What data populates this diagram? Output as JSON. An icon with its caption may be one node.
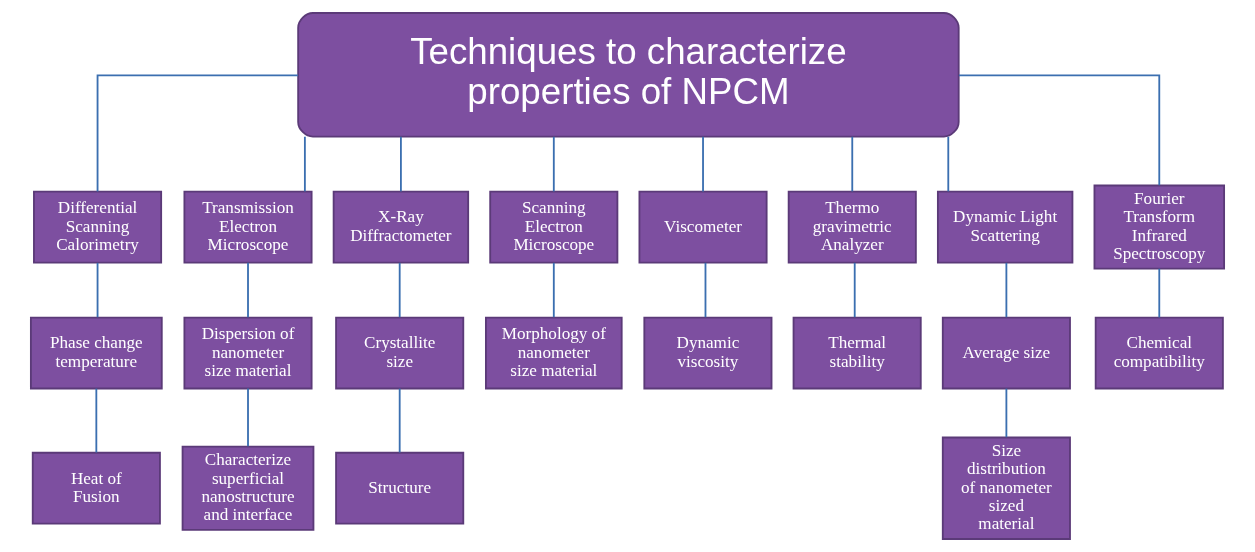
{
  "diagram": {
    "nodes": [
      {
        "text": [
          "Techniques to characterize properties of NPCM"
        ]
      },
      {
        "text": [
          "Differential Scanning Calorimetry"
        ]
      },
      {
        "text": [
          "Transmission Electron Microscope"
        ]
      },
      {
        "text": [
          "X-Ray Diffractometer"
        ]
      },
      {
        "text": [
          "Scanning Electron Microscope"
        ]
      },
      {
        "text": [
          "Viscometer"
        ]
      },
      {
        "text": [
          "Thermo gravimetric Analyzer"
        ]
      },
      {
        "text": [
          "Dynamic Light Scattering"
        ]
      },
      {
        "text": [
          "Fourier Transform Infrared Spectroscopy"
        ]
      },
      {
        "text": [
          "Phase change temperature"
        ]
      },
      {
        "text": [
          "Dispersion of nanometer size material"
        ]
      },
      {
        "text": [
          "Crystallite size"
        ]
      },
      {
        "text": [
          "Morphology of nanometer size material"
        ]
      },
      {
        "text": [
          "Dynamic viscosity"
        ]
      },
      {
        "text": [
          "Thermal stability"
        ]
      },
      {
        "text": [
          "Average size"
        ]
      },
      {
        "text": [
          "Chemical compatibility"
        ]
      },
      {
        "text": [
          "Heat of Fusion"
        ]
      },
      {
        "text": [
          "Characterize superficial nanostructure and interface"
        ]
      },
      {
        "text": [
          "Structure"
        ]
      },
      {
        "text": [
          "Size distribution of nanometer sized material"
        ]
      }
    ],
    "edges": [
      {
        "from": 0,
        "to": 1,
        "arrow": "none"
      },
      {
        "from": 0,
        "to": 2,
        "arrow": "none"
      },
      {
        "from": 0,
        "to": 3,
        "arrow": "none"
      },
      {
        "from": 0,
        "to": 4,
        "arrow": "none"
      },
      {
        "from": 0,
        "to": 5,
        "arrow": "none"
      },
      {
        "from": 0,
        "to": 6,
        "arrow": "none"
      },
      {
        "from": 0,
        "to": 7,
        "arrow": "none"
      },
      {
        "from": 0,
        "to": 8,
        "arrow": "none"
      },
      {
        "from": 1,
        "to": 9,
        "arrow": "none"
      },
      {
        "from": 2,
        "to": 10,
        "arrow": "none"
      },
      {
        "from": 3,
        "to": 11,
        "arrow": "none"
      },
      {
        "from": 4,
        "to": 12,
        "arrow": "none"
      },
      {
        "from": 5,
        "to": 13,
        "arrow": "none"
      },
      {
        "from": 6,
        "to": 14,
        "arrow": "none"
      },
      {
        "from": 7,
        "to": 15,
        "arrow": "none"
      },
      {
        "from": 8,
        "to": 16,
        "arrow": "none"
      },
      {
        "from": 9,
        "to": 17,
        "arrow": "none"
      },
      {
        "from": 10,
        "to": 18,
        "arrow": "none"
      },
      {
        "from": 11,
        "to": 19,
        "arrow": "none"
      },
      {
        "from": 15,
        "to": 20,
        "arrow": "none"
      }
    ]
  }
}
